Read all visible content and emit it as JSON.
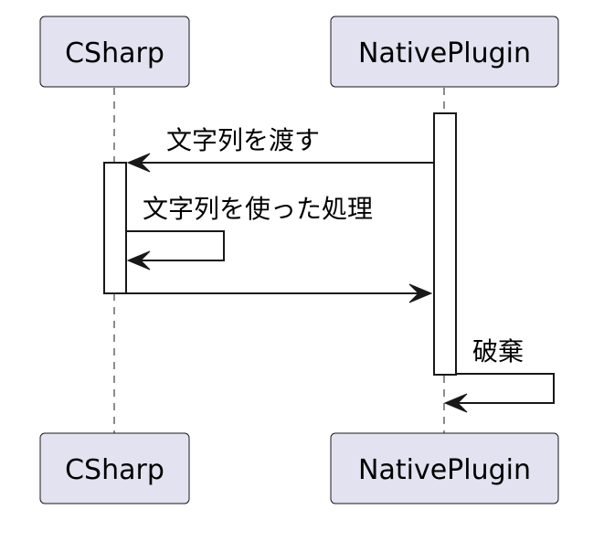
{
  "participants": {
    "csharp": {
      "label": "CSharp"
    },
    "native": {
      "label": "NativePlugin"
    }
  },
  "messages": {
    "pass_string": {
      "label": "文字列を渡す"
    },
    "process_string": {
      "label": "文字列を使った処理"
    },
    "return_call": {
      "label": ""
    },
    "dispose": {
      "label": "破棄"
    }
  },
  "colors": {
    "participant_fill": "#e2e2f0",
    "line": "#181818",
    "activation_fill": "#ffffff"
  }
}
